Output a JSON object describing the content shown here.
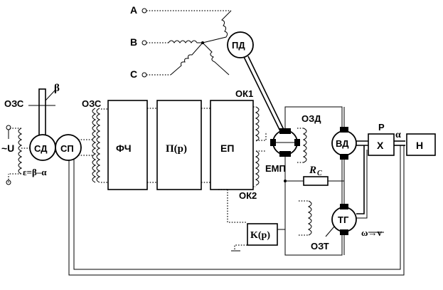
{
  "labels": {
    "phase_a": "A",
    "phase_b": "B",
    "phase_c": "C",
    "pd": "ПД",
    "ozs_left": "ОЗС",
    "beta": "β",
    "ozs_right": "ОЗС",
    "u": "~U",
    "sd": "СД",
    "sp": "СП",
    "eps": "ε=β–α",
    "fch": "ФЧ",
    "pp": "П(p)",
    "ep": "ЕП",
    "ok1": "ОК1",
    "ok2": "ОК2",
    "ozd": "ОЗД",
    "emp": "ЕМП",
    "rc": "R",
    "rc_sub": "C",
    "vd": "ВД",
    "tg": "ТГ",
    "ozt": "ОЗТ",
    "kp": "K(p)",
    "r": "P",
    "alpha": "α",
    "x": "X",
    "h": "H",
    "omega": "ω→v"
  }
}
